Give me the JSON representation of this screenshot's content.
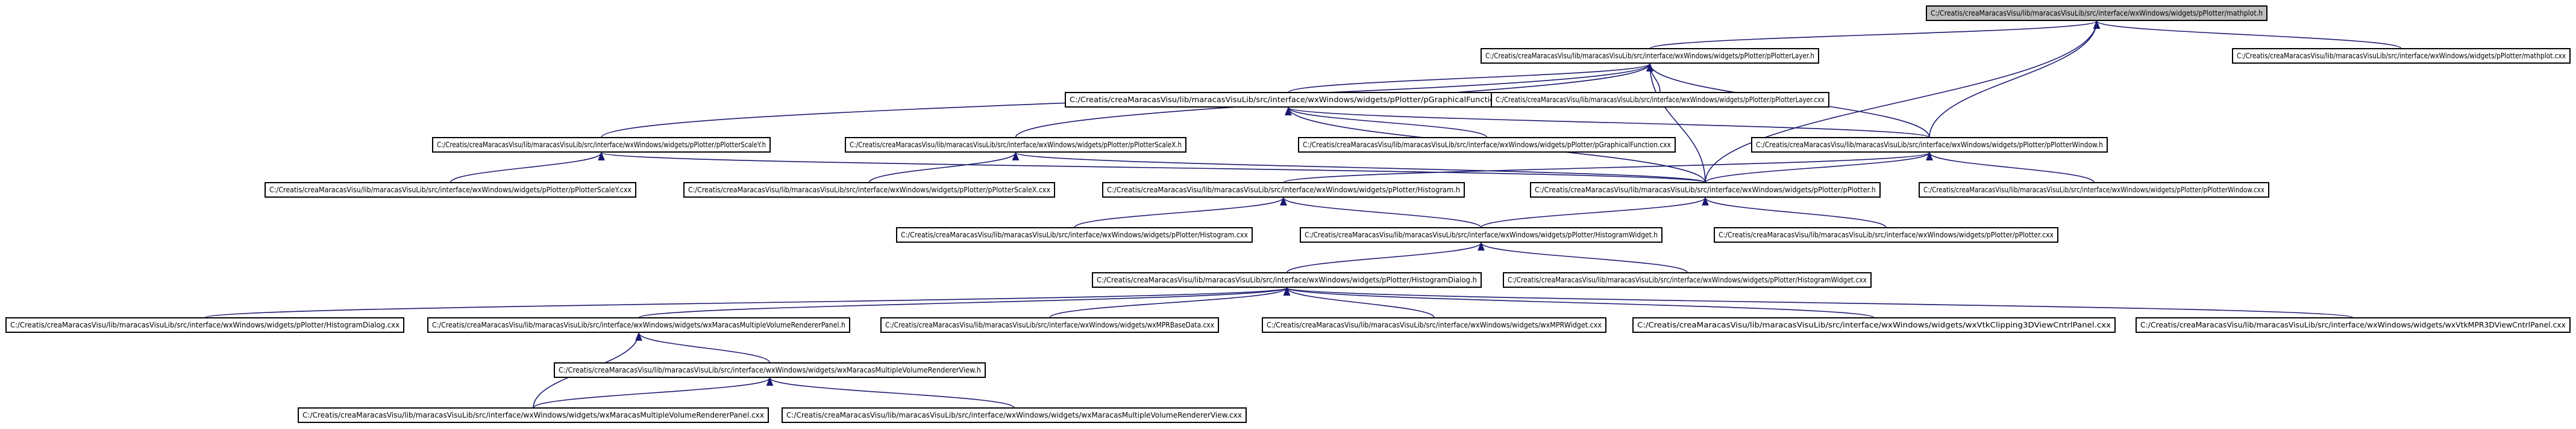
{
  "colors": {
    "edge": "#191970",
    "root_fill": "#bfbfbf",
    "node_fill": "#ffffff",
    "border": "#000000"
  },
  "nodes": [
    {
      "id": "n0",
      "label": "C:/Creatis/creaMaracasVisu/lib/maracasVisuLib/src/interface/wxWindows/widgets/pPlotter/mathplot.h",
      "root": true
    },
    {
      "id": "n1",
      "label": "C:/Creatis/creaMaracasVisu/lib/maracasVisuLib/src/interface/wxWindows/widgets/pPlotter/pPlotterLayer.h"
    },
    {
      "id": "n2",
      "label": "C:/Creatis/creaMaracasVisu/lib/maracasVisuLib/src/interface/wxWindows/widgets/pPlotter/mathplot.cxx"
    },
    {
      "id": "n3",
      "label": "C:/Creatis/creaMaracasVisu/lib/maracasVisuLib/src/interface/wxWindows/widgets/pPlotter/pGraphicalFunction.h"
    },
    {
      "id": "n4",
      "label": "C:/Creatis/creaMaracasVisu/lib/maracasVisuLib/src/interface/wxWindows/widgets/pPlotter/pPlotterLayer.cxx"
    },
    {
      "id": "n5",
      "label": "C:/Creatis/creaMaracasVisu/lib/maracasVisuLib/src/interface/wxWindows/widgets/pPlotter/pPlotterScaleY.h"
    },
    {
      "id": "n6",
      "label": "C:/Creatis/creaMaracasVisu/lib/maracasVisuLib/src/interface/wxWindows/widgets/pPlotter/pPlotterScaleX.h"
    },
    {
      "id": "n7",
      "label": "C:/Creatis/creaMaracasVisu/lib/maracasVisuLib/src/interface/wxWindows/widgets/pPlotter/pGraphicalFunction.cxx"
    },
    {
      "id": "n8",
      "label": "C:/Creatis/creaMaracasVisu/lib/maracasVisuLib/src/interface/wxWindows/widgets/pPlotter/pPlotterWindow.h"
    },
    {
      "id": "n9",
      "label": "C:/Creatis/creaMaracasVisu/lib/maracasVisuLib/src/interface/wxWindows/widgets/pPlotter/pPlotterScaleY.cxx"
    },
    {
      "id": "n10",
      "label": "C:/Creatis/creaMaracasVisu/lib/maracasVisuLib/src/interface/wxWindows/widgets/pPlotter/pPlotterScaleX.cxx"
    },
    {
      "id": "n11",
      "label": "C:/Creatis/creaMaracasVisu/lib/maracasVisuLib/src/interface/wxWindows/widgets/pPlotter/Histogram.h"
    },
    {
      "id": "n12",
      "label": "C:/Creatis/creaMaracasVisu/lib/maracasVisuLib/src/interface/wxWindows/widgets/pPlotter/pPlotter.h"
    },
    {
      "id": "n13",
      "label": "C:/Creatis/creaMaracasVisu/lib/maracasVisuLib/src/interface/wxWindows/widgets/pPlotter/pPlotterWindow.cxx"
    },
    {
      "id": "n14",
      "label": "C:/Creatis/creaMaracasVisu/lib/maracasVisuLib/src/interface/wxWindows/widgets/pPlotter/Histogram.cxx"
    },
    {
      "id": "n15",
      "label": "C:/Creatis/creaMaracasVisu/lib/maracasVisuLib/src/interface/wxWindows/widgets/pPlotter/HistogramWidget.h"
    },
    {
      "id": "n16",
      "label": "C:/Creatis/creaMaracasVisu/lib/maracasVisuLib/src/interface/wxWindows/widgets/pPlotter/pPlotter.cxx"
    },
    {
      "id": "n17",
      "label": "C:/Creatis/creaMaracasVisu/lib/maracasVisuLib/src/interface/wxWindows/widgets/pPlotter/HistogramDialog.h"
    },
    {
      "id": "n18",
      "label": "C:/Creatis/creaMaracasVisu/lib/maracasVisuLib/src/interface/wxWindows/widgets/pPlotter/HistogramWidget.cxx"
    },
    {
      "id": "n19",
      "label": "C:/Creatis/creaMaracasVisu/lib/maracasVisuLib/src/interface/wxWindows/widgets/pPlotter/HistogramDialog.cxx"
    },
    {
      "id": "n20",
      "label": "C:/Creatis/creaMaracasVisu/lib/maracasVisuLib/src/interface/wxWindows/widgets/wxMaracasMultipleVolumeRendererPanel.h"
    },
    {
      "id": "n21",
      "label": "C:/Creatis/creaMaracasVisu/lib/maracasVisuLib/src/interface/wxWindows/widgets/wxMPRBaseData.cxx"
    },
    {
      "id": "n22",
      "label": "C:/Creatis/creaMaracasVisu/lib/maracasVisuLib/src/interface/wxWindows/widgets/wxMPRWidget.cxx"
    },
    {
      "id": "n23",
      "label": "C:/Creatis/creaMaracasVisu/lib/maracasVisuLib/src/interface/wxWindows/widgets/wxVtkClipping3DViewCntrlPanel.cxx"
    },
    {
      "id": "n24",
      "label": "C:/Creatis/creaMaracasVisu/lib/maracasVisuLib/src/interface/wxWindows/widgets/wxVtkMPR3DViewCntrlPanel.cxx"
    },
    {
      "id": "n25",
      "label": "C:/Creatis/creaMaracasVisu/lib/maracasVisuLib/src/interface/wxWindows/widgets/wxMaracasMultipleVolumeRendererView.h"
    },
    {
      "id": "n26",
      "label": "C:/Creatis/creaMaracasVisu/lib/maracasVisuLib/src/interface/wxWindows/widgets/wxMaracasMultipleVolumeRendererPanel.cxx"
    },
    {
      "id": "n27",
      "label": "C:/Creatis/creaMaracasVisu/lib/maracasVisuLib/src/interface/wxWindows/widgets/wxMaracasMultipleVolumeRendererView.cxx"
    }
  ],
  "edges": [
    [
      "n1",
      "n0"
    ],
    [
      "n2",
      "n0"
    ],
    [
      "n8",
      "n0"
    ],
    [
      "n12",
      "n0"
    ],
    [
      "n3",
      "n1"
    ],
    [
      "n4",
      "n1"
    ],
    [
      "n5",
      "n1"
    ],
    [
      "n6",
      "n1"
    ],
    [
      "n8",
      "n1"
    ],
    [
      "n12",
      "n1"
    ],
    [
      "n7",
      "n3"
    ],
    [
      "n8",
      "n3"
    ],
    [
      "n12",
      "n3"
    ],
    [
      "n9",
      "n5"
    ],
    [
      "n12",
      "n5"
    ],
    [
      "n10",
      "n6"
    ],
    [
      "n12",
      "n6"
    ],
    [
      "n12",
      "n8"
    ],
    [
      "n13",
      "n8"
    ],
    [
      "n11",
      "n8"
    ],
    [
      "n14",
      "n11"
    ],
    [
      "n15",
      "n11"
    ],
    [
      "n15",
      "n12"
    ],
    [
      "n16",
      "n12"
    ],
    [
      "n17",
      "n15"
    ],
    [
      "n18",
      "n15"
    ],
    [
      "n19",
      "n17"
    ],
    [
      "n20",
      "n17"
    ],
    [
      "n21",
      "n17"
    ],
    [
      "n22",
      "n17"
    ],
    [
      "n23",
      "n17"
    ],
    [
      "n24",
      "n17"
    ],
    [
      "n25",
      "n20"
    ],
    [
      "n26",
      "n20"
    ],
    [
      "n26",
      "n25"
    ],
    [
      "n27",
      "n25"
    ]
  ]
}
